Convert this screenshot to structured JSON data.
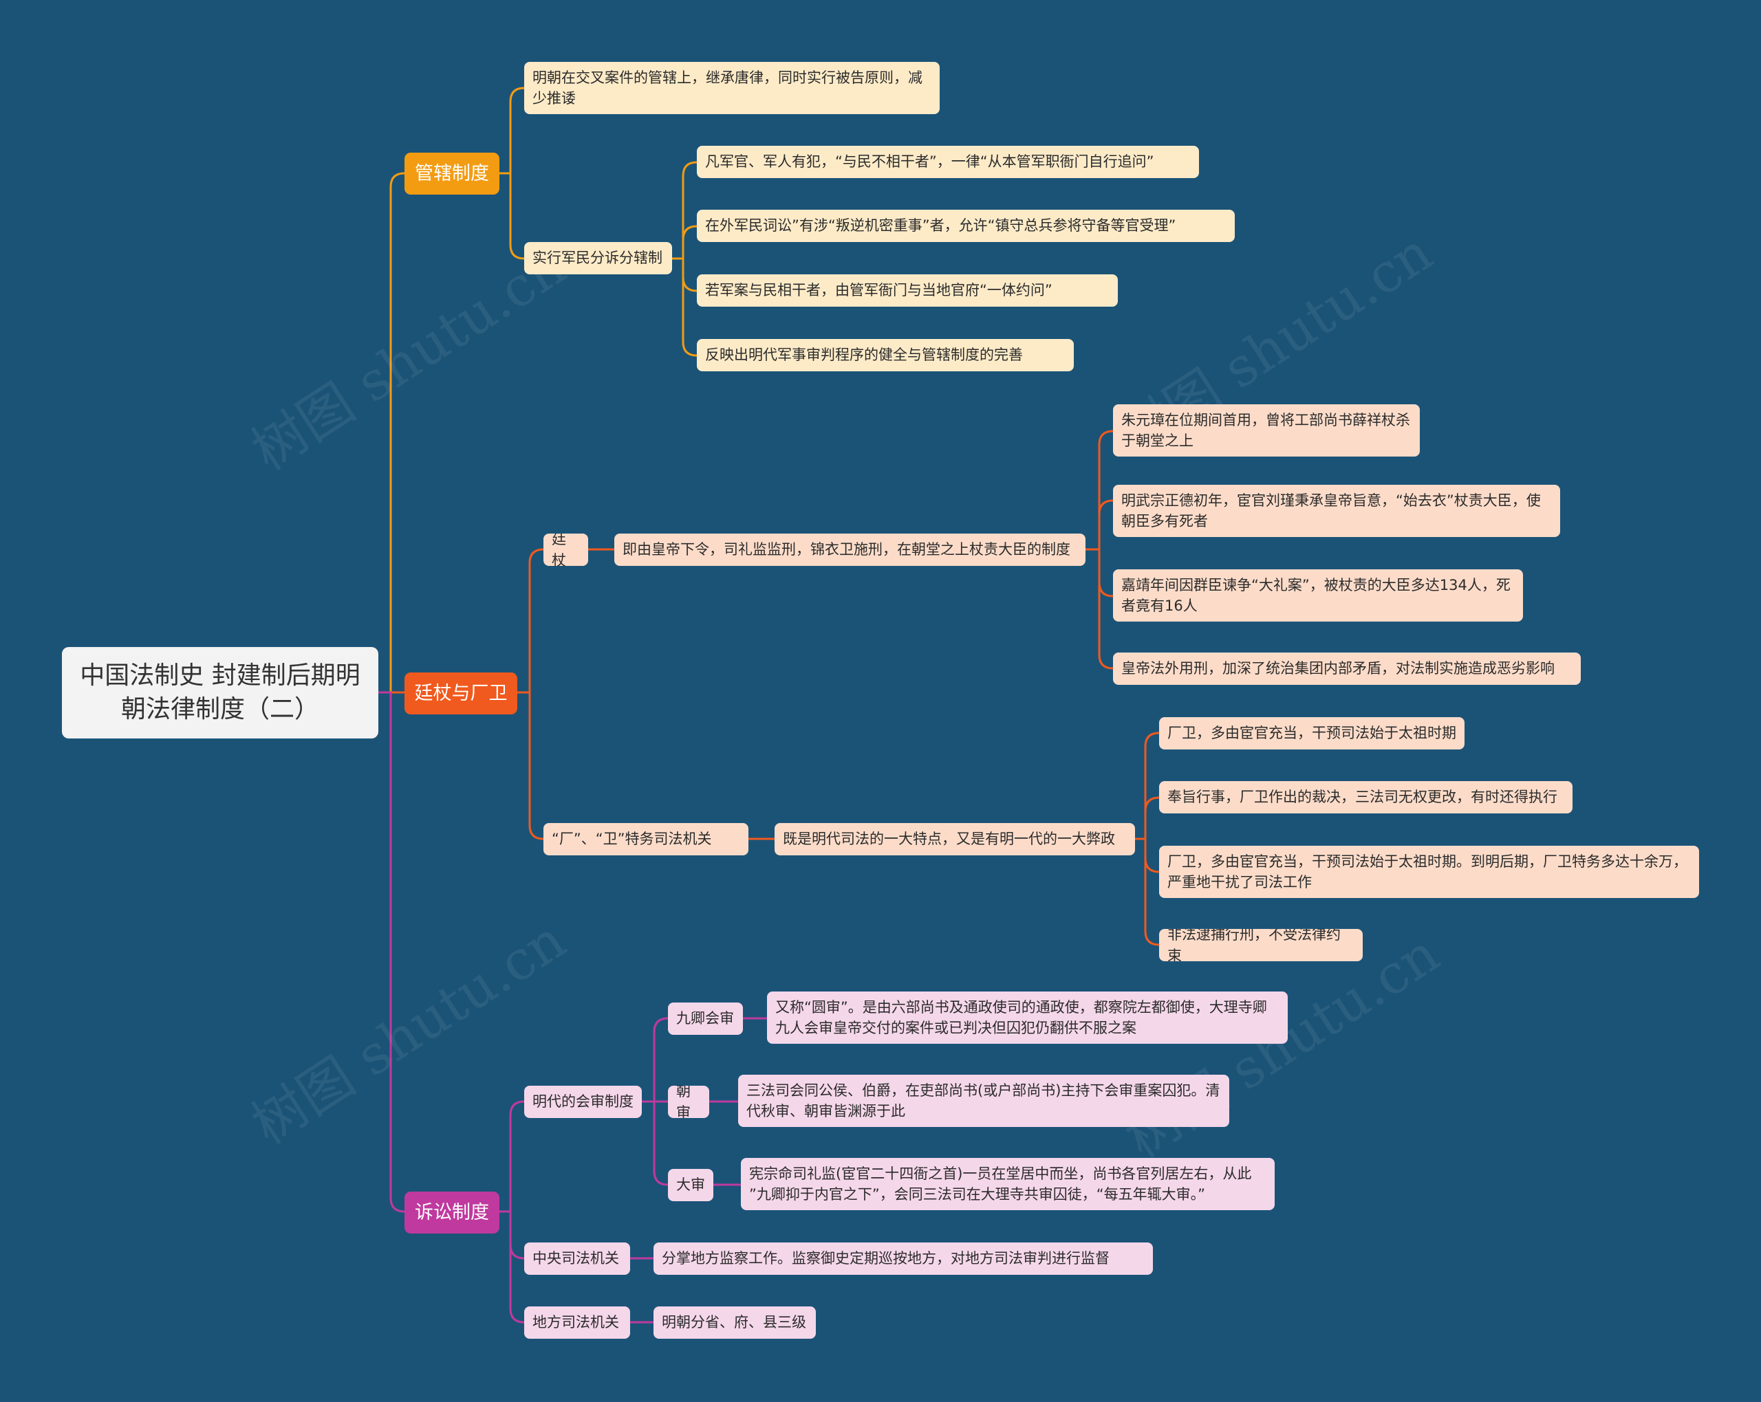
{
  "root": {
    "text": "中国法制史  封建制后期明朝法律制度（二）"
  },
  "colors": {
    "background": "#1b5377",
    "branch_1": "#f39c12",
    "branch_2": "#f05a1e",
    "branch_3": "#c0399f"
  },
  "branch_1": {
    "label": "管辖制度",
    "n1": "明朝在交叉案件的管辖上，继承唐律，同时实行被告原则，减少推诿",
    "n2": {
      "label": "实行军民分诉分辖制",
      "c1": "凡军官、军人有犯，“与民不相干者”，一律“从本管军职衙门自行追问”",
      "c2": "在外军民词讼”有涉“叛逆机密重事”者，允许“镇守总兵参将守备等官受理”",
      "c3": "若军案与民相干者，由管军衙门与当地官府“一体约问”",
      "c4": "反映出明代军事审判程序的健全与管辖制度的完善"
    }
  },
  "branch_2": {
    "label": "廷杖与厂卫",
    "n1": {
      "label": "廷杖",
      "desc": "即由皇帝下令，司礼监监刑，锦衣卫施刑，在朝堂之上杖责大臣的制度",
      "c1": "朱元璋在位期间首用，曾将工部尚书薛祥杖杀于朝堂之上",
      "c2": "明武宗正德初年，宦官刘瑾秉承皇帝旨意，“始去衣”杖责大臣，使朝臣多有死者",
      "c3": "嘉靖年间因群臣谏争“大礼案”，被杖责的大臣多达134人，死者竟有16人",
      "c4": "皇帝法外用刑，加深了统治集团内部矛盾，对法制实施造成恶劣影响"
    },
    "n2": {
      "label": "“厂”、“卫”特务司法机关",
      "desc": "既是明代司法的一大特点，又是有明一代的一大弊政",
      "c1": "厂卫，多由宦官充当，干预司法始于太祖时期",
      "c2": "奉旨行事，厂卫作出的裁决，三法司无权更改，有时还得执行",
      "c3": "厂卫，多由宦官充当，干预司法始于太祖时期。到明后期，厂卫特务多达十余万，严重地干扰了司法工作",
      "c4": "非法逮捕行刑，不受法律约束"
    }
  },
  "branch_3": {
    "label": "诉讼制度",
    "n1": {
      "label": "明代的会审制度",
      "a_label": "九卿会审",
      "a_desc": "又称“圆审”。是由六部尚书及通政使司的通政使，都察院左都御使，大理寺卿九人会审皇帝交付的案件或已判决但囚犯仍翻供不服之案",
      "b_label": "朝审",
      "b_desc": "三法司会同公侯、伯爵，在吏部尚书(或户部尚书)主持下会审重案囚犯。清代秋审、朝审皆渊源于此",
      "c_label": "大审",
      "c_desc": "宪宗命司礼监(宦官二十四衙之首)一员在堂居中而坐，尚书各官列居左右，从此 ”九卿抑于内官之下”，会同三法司在大理寺共审囚徒，“每五年辄大审。”"
    },
    "n2": {
      "label": "中央司法机关",
      "desc": "分掌地方监察工作。监察御史定期巡按地方，对地方司法审判进行监督"
    },
    "n3": {
      "label": "地方司法机关",
      "desc": "明朝分省、府、县三级"
    }
  },
  "watermark": "树图 shutu.cn"
}
